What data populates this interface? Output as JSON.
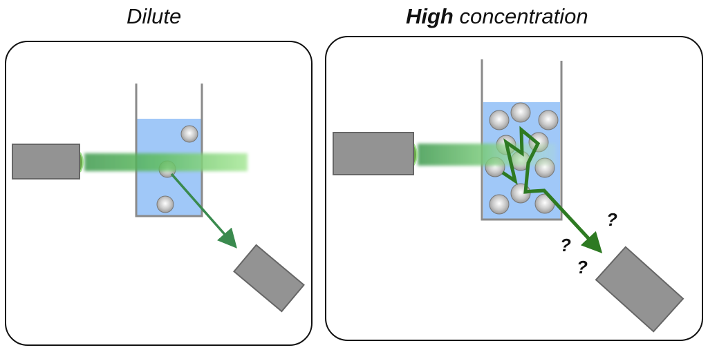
{
  "panels": [
    {
      "id": "dilute",
      "title_plain": "Dilute",
      "particle_count": 3
    },
    {
      "id": "high",
      "title_bold": "High",
      "title_plain": "concentration",
      "particle_count": 11,
      "question_marks": [
        "?",
        "?",
        "?"
      ]
    }
  ],
  "colors": {
    "liquid": "#a0c8f8",
    "beam": "#5cc05c",
    "scatter_arrow_dilute": "#3a8a4e",
    "scatter_path_high": "#2e7a22",
    "device": "#939393",
    "device_stroke": "#666666",
    "cuvette": "#8a8a8a",
    "frame": "#111111"
  }
}
